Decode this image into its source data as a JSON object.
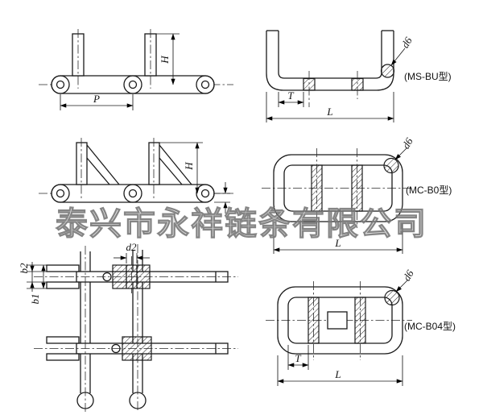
{
  "watermark": "泰兴市永祥链条有限公司",
  "labels": {
    "H": "H",
    "P": "P",
    "L": "L",
    "T": "T",
    "d6": "d6",
    "d2": "d2",
    "b1": "b1",
    "b2": "b2"
  },
  "models": {
    "ms_bu": "(MS-BU型)",
    "mc_b0": "(MC-B0型)",
    "mc_b04": "(MC-B04型)"
  },
  "colors": {
    "line": "#1a1a1a",
    "watermark_gray": "#9a9a9a",
    "background": "#ffffff"
  }
}
